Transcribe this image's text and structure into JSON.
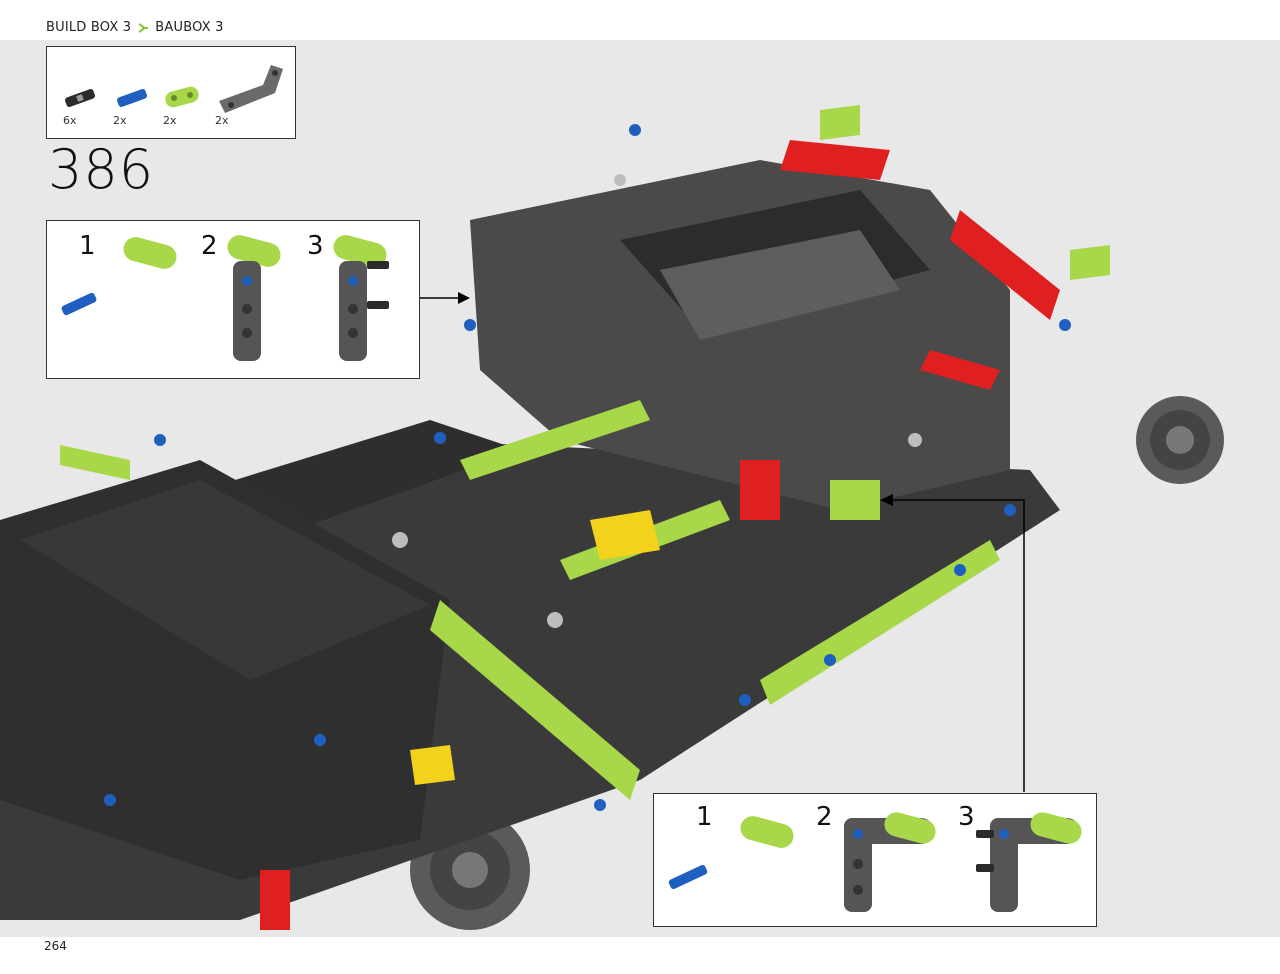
{
  "header": {
    "build_box_en": "BUILD BOX 3",
    "build_box_de": "BAUBOX 3"
  },
  "parts": [
    {
      "qty": "6x",
      "icon": "black-pin-icon"
    },
    {
      "qty": "2x",
      "icon": "blue-axle-pin-icon"
    },
    {
      "qty": "2x",
      "icon": "lime-beam-icon"
    },
    {
      "qty": "2x",
      "icon": "gray-angled-beam-icon"
    }
  ],
  "step_number": "386",
  "subassembly_left": {
    "steps": [
      "1",
      "2",
      "3"
    ]
  },
  "subassembly_right": {
    "steps": [
      "1",
      "2",
      "3"
    ]
  },
  "page_number": "264",
  "colors": {
    "lime": "#a8d84a",
    "dark": "#3a3a3a",
    "red": "#e02020",
    "blue": "#1f5fbf",
    "gray": "#8a8a8a",
    "background": "#e8e8e8"
  }
}
